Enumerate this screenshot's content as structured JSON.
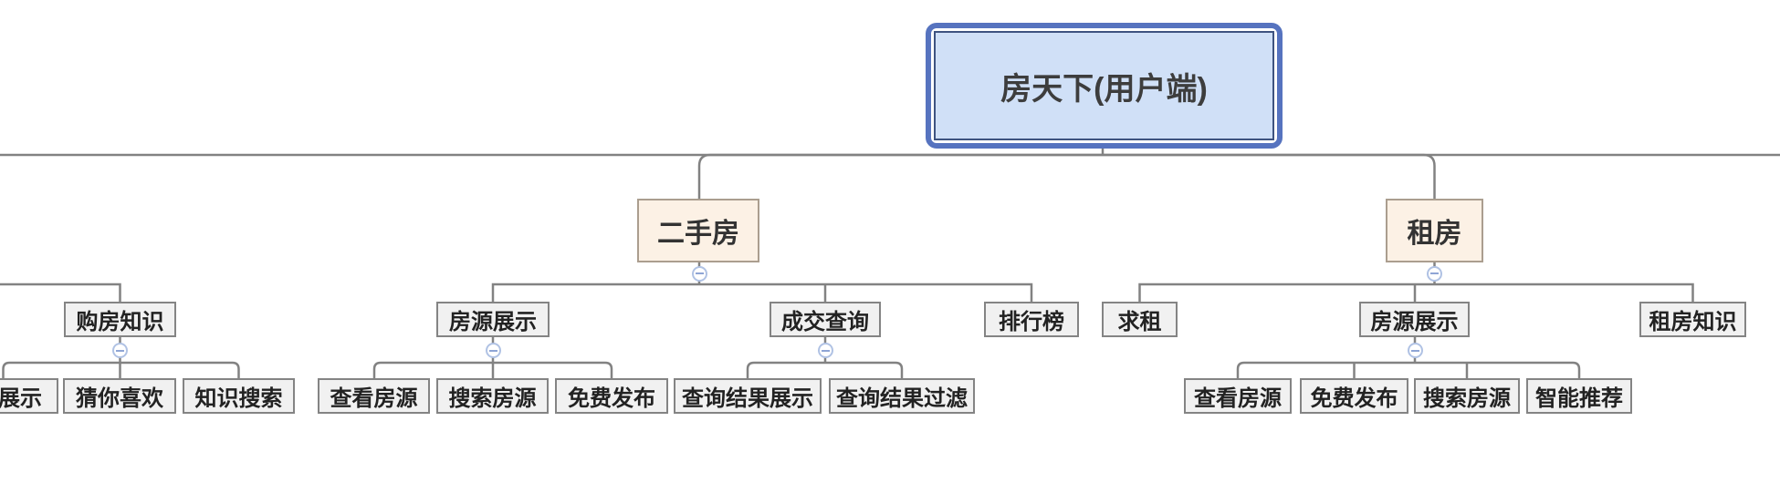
{
  "diagram": {
    "tool": "mind-map",
    "colors": {
      "root_fill": "#d0e0f7",
      "root_outer_border": "#5673bf",
      "root_inner_border": "#3e5380",
      "branch_fill": "#fcf1e5",
      "branch_border": "#ab9e8f",
      "node_fill": "#f1f1f1",
      "node_border": "#848484",
      "connector_line": "#828282",
      "collapse_circle_border": "#b0c2e4",
      "collapse_minus": "#8fa5d5"
    },
    "root": {
      "label": "房天下(用户端)"
    },
    "left_group": {
      "parent": {
        "label": "购房知识",
        "collapsed": false
      },
      "children": [
        {
          "label": "展示"
        },
        {
          "label": "猜你喜欢"
        },
        {
          "label": "知识搜索"
        }
      ]
    },
    "ershou": {
      "label": "二手房",
      "collapsed": false,
      "children": [
        {
          "label": "房源展示",
          "collapsed": false,
          "children": [
            {
              "label": "查看房源"
            },
            {
              "label": "搜索房源"
            },
            {
              "label": "免费发布"
            }
          ]
        },
        {
          "label": "成交查询",
          "collapsed": false,
          "children": [
            {
              "label": "查询结果展示"
            },
            {
              "label": "查询结果过滤"
            }
          ]
        },
        {
          "label": "排行榜",
          "children": []
        }
      ]
    },
    "zufang": {
      "label": "租房",
      "collapsed": false,
      "children": [
        {
          "label": "求租",
          "children": []
        },
        {
          "label": "房源展示",
          "collapsed": false,
          "children": [
            {
              "label": "查看房源"
            },
            {
              "label": "免费发布"
            },
            {
              "label": "搜索房源"
            },
            {
              "label": "智能推荐"
            }
          ]
        },
        {
          "label": "租房知识",
          "children": []
        }
      ]
    }
  }
}
